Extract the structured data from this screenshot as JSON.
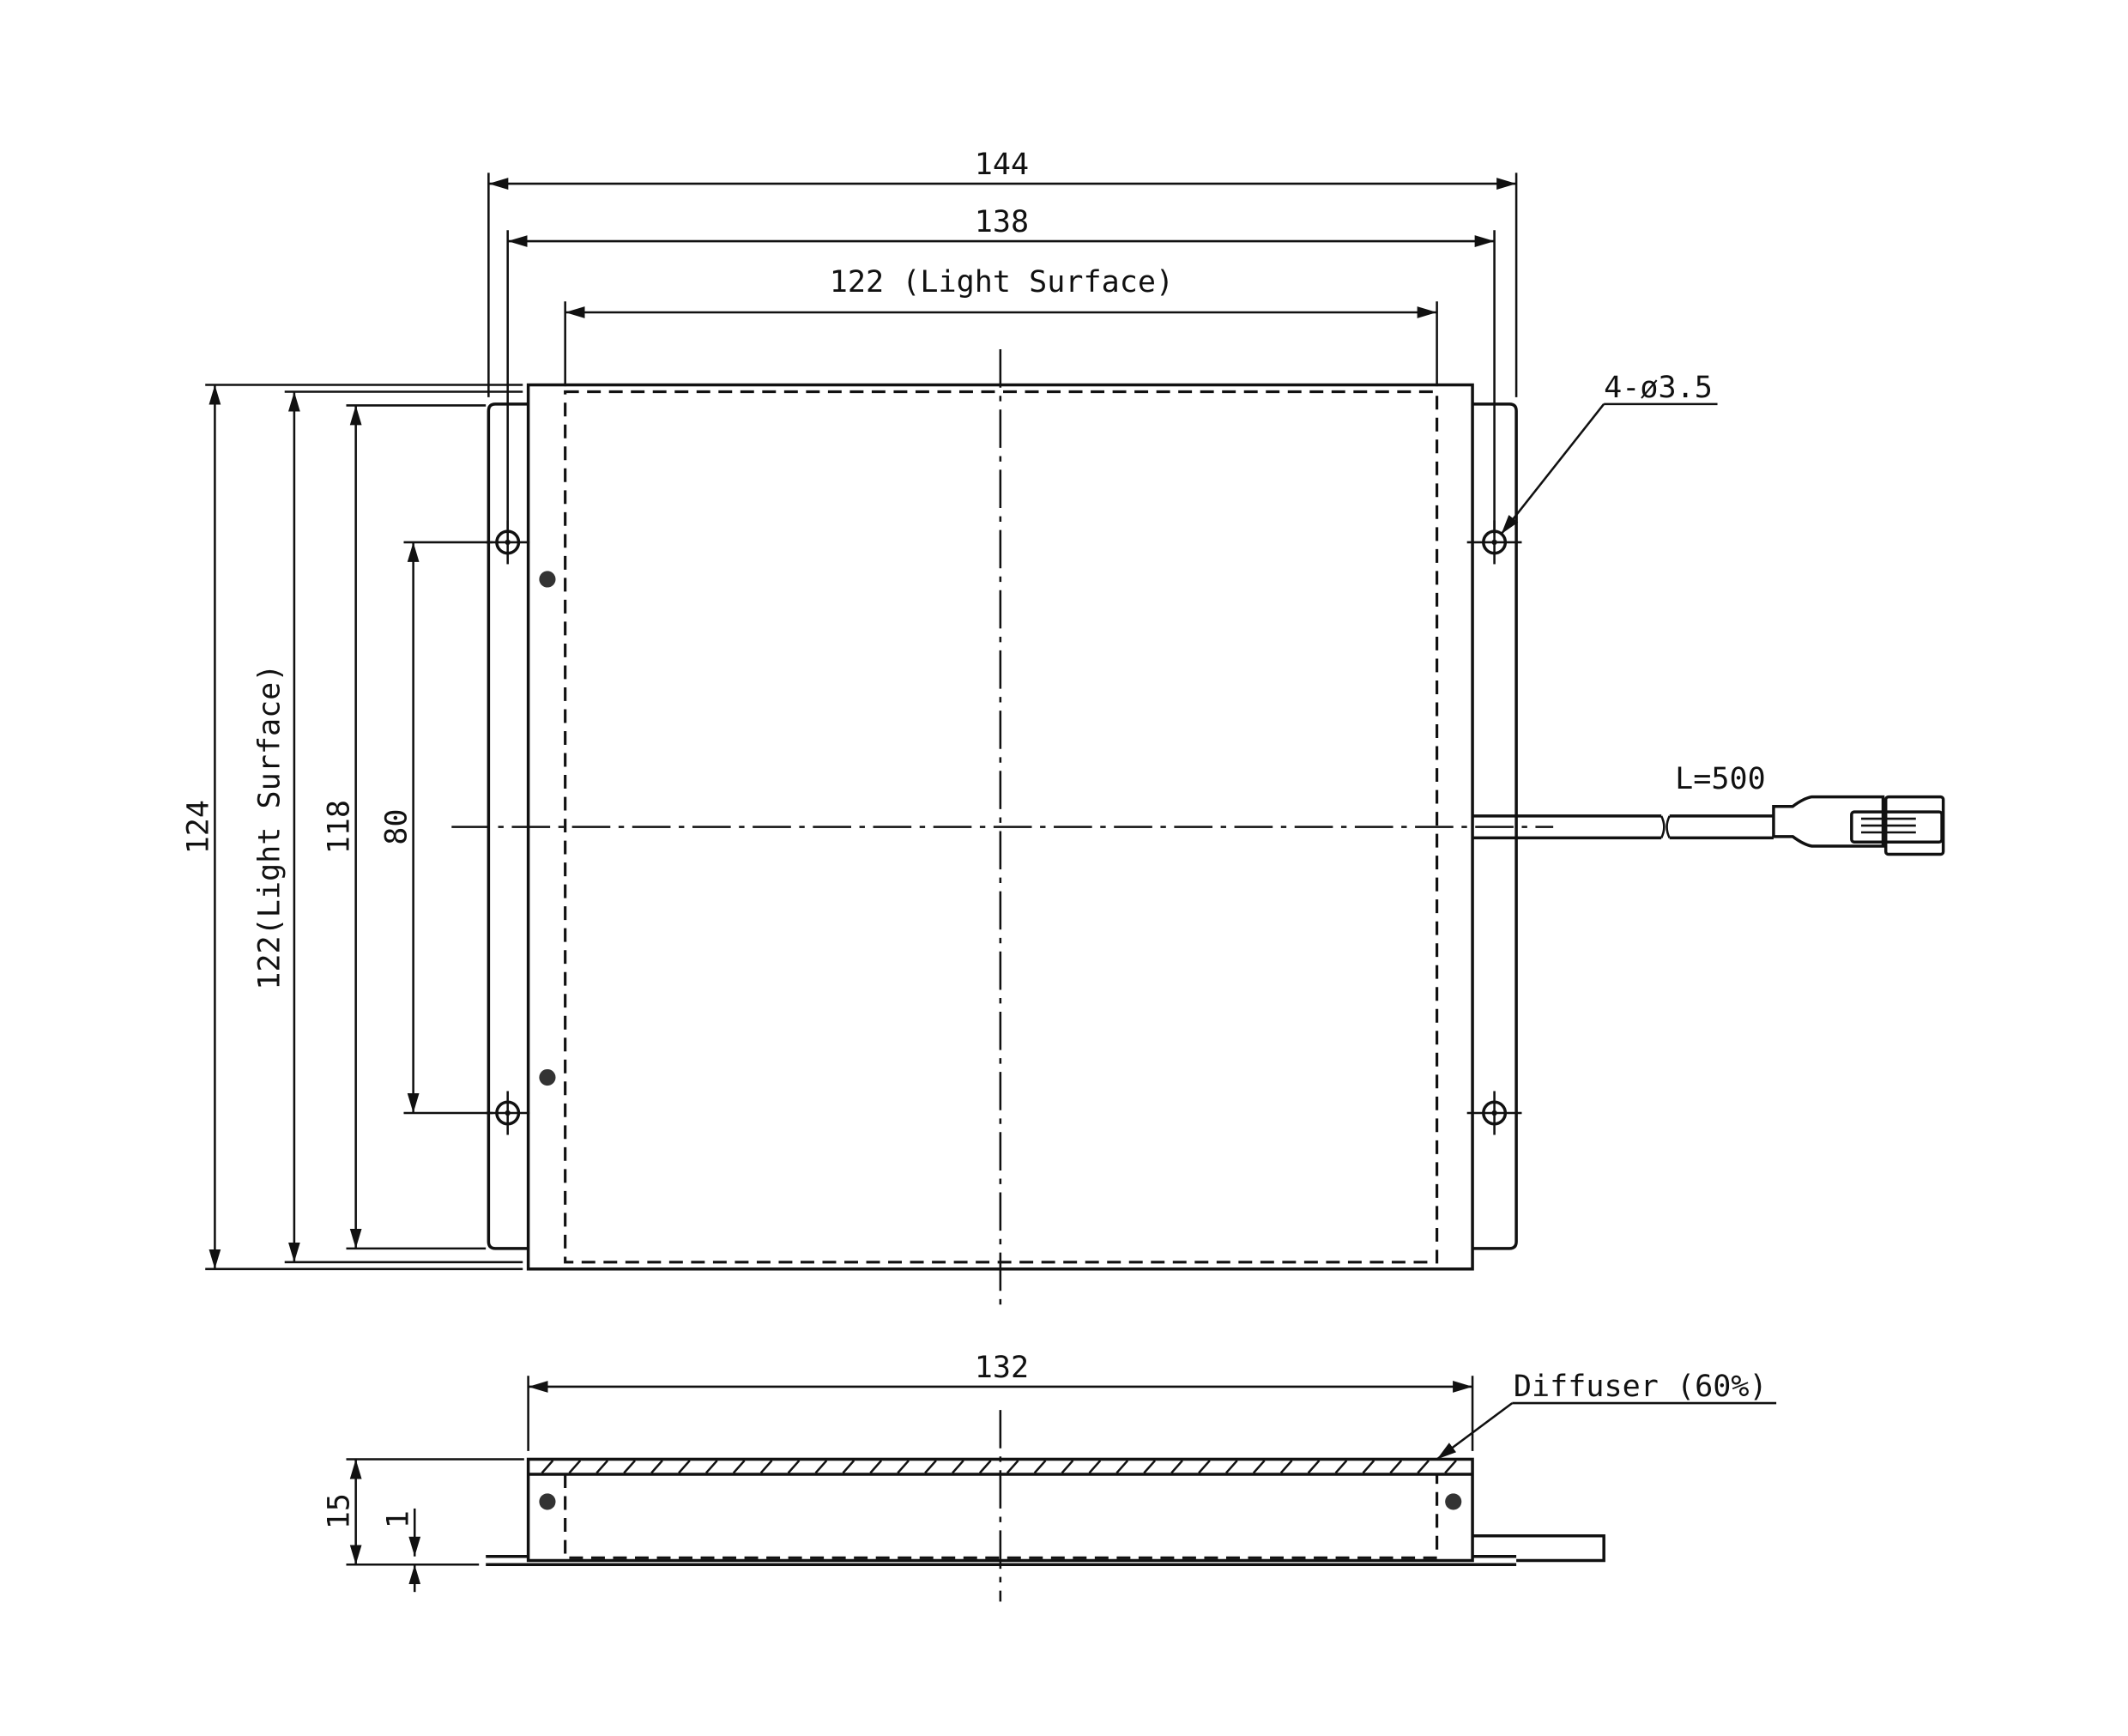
{
  "drawing": {
    "dims": {
      "overall_width": "144",
      "hole_spacing_x": "138",
      "light_surface_width": "122  (Light Surface)",
      "overall_height": "124",
      "light_surface_height": "122(Light Surface)",
      "plate_height": "118",
      "hole_spacing_y": "80",
      "body_width": "132",
      "thickness": "15",
      "plate_thickness": "1"
    },
    "notes": {
      "holes": "4-ø3.5",
      "cable_length": "L=500",
      "diffuser": "Diffuser (60%)"
    },
    "line_color": "#111111"
  }
}
